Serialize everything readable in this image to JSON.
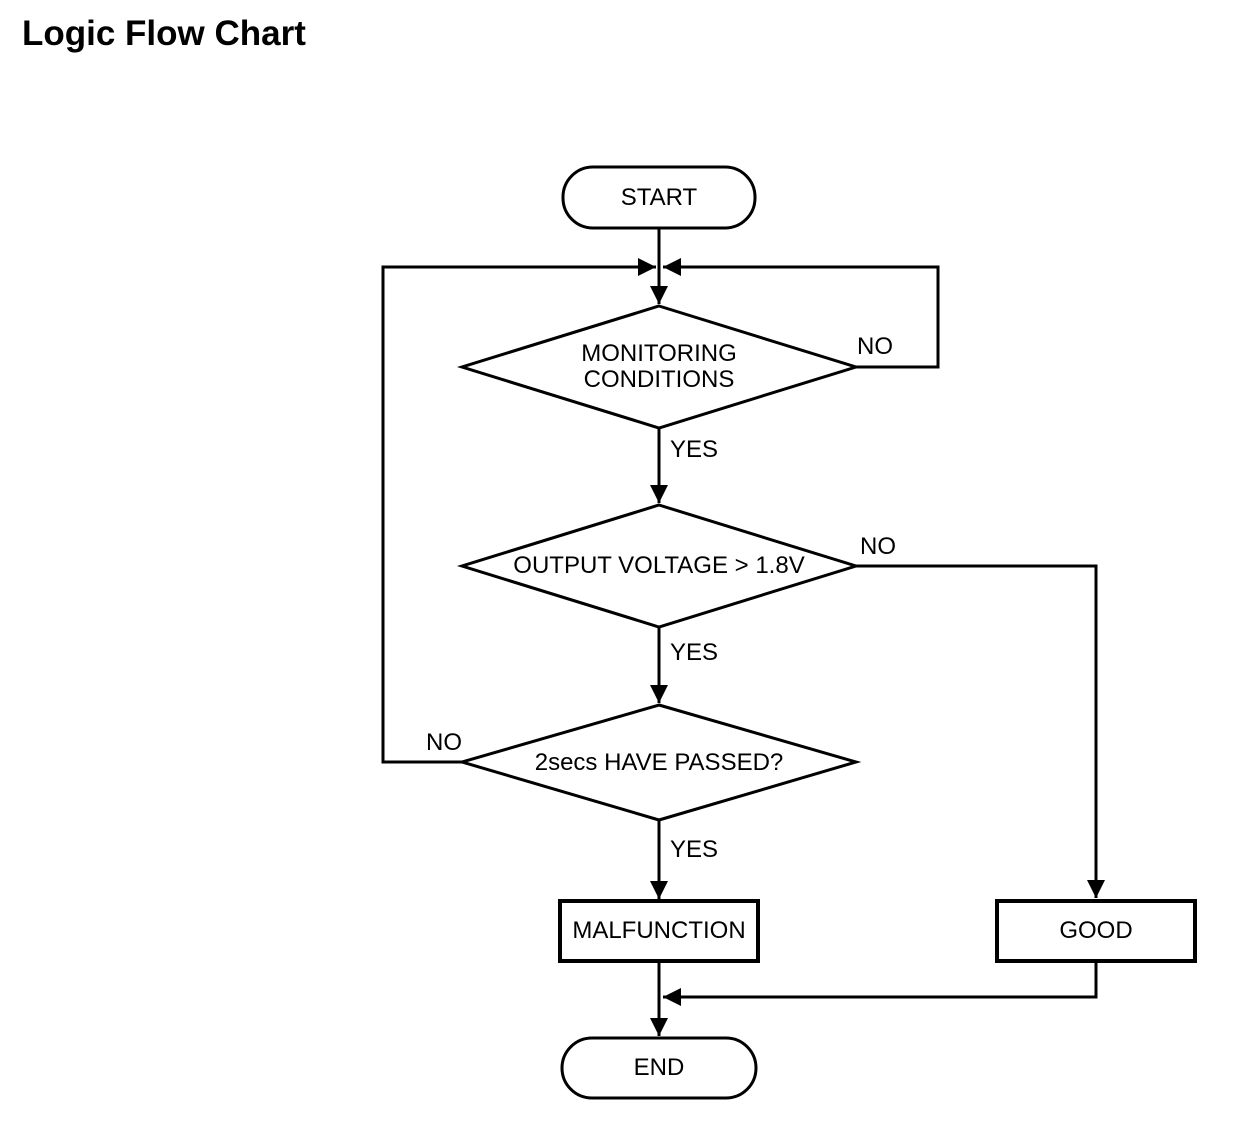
{
  "title": "Logic Flow Chart",
  "flowchart": {
    "nodes": {
      "start": {
        "label": "START",
        "type": "terminal"
      },
      "monitoring": {
        "label_line1": "MONITORING",
        "label_line2": "CONDITIONS",
        "type": "decision"
      },
      "voltage": {
        "label": "OUTPUT VOLTAGE > 1.8V",
        "type": "decision"
      },
      "timer": {
        "label": "2secs HAVE PASSED?",
        "type": "decision"
      },
      "malfunction": {
        "label": "MALFUNCTION",
        "type": "process"
      },
      "good": {
        "label": "GOOD",
        "type": "process"
      },
      "end": {
        "label": "END",
        "type": "terminal"
      }
    },
    "edge_labels": {
      "monitoring_no": "NO",
      "monitoring_yes": "YES",
      "voltage_no": "NO",
      "voltage_yes": "YES",
      "timer_no": "NO",
      "timer_yes": "YES"
    },
    "edges": [
      {
        "from": "start",
        "to": "monitoring",
        "label": ""
      },
      {
        "from": "monitoring",
        "to": "voltage",
        "label": "YES"
      },
      {
        "from": "monitoring",
        "to": "monitoring-entry",
        "label": "NO"
      },
      {
        "from": "voltage",
        "to": "timer",
        "label": "YES"
      },
      {
        "from": "voltage",
        "to": "good",
        "label": "NO"
      },
      {
        "from": "timer",
        "to": "malfunction",
        "label": "YES"
      },
      {
        "from": "timer",
        "to": "monitoring-entry",
        "label": "NO"
      },
      {
        "from": "malfunction",
        "to": "end",
        "label": ""
      },
      {
        "from": "good",
        "to": "end",
        "label": ""
      }
    ]
  },
  "colors": {
    "line": "#000000",
    "background": "#ffffff",
    "text": "#000000"
  }
}
